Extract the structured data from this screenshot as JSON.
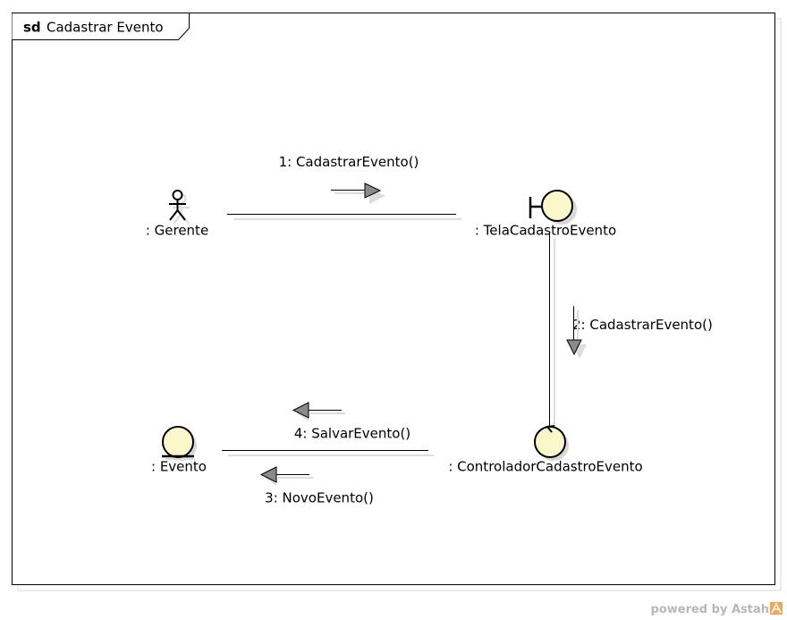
{
  "frame": {
    "keyword": "sd",
    "name": "Cadastrar Evento"
  },
  "lifelines": {
    "gerente": {
      "label": ": Gerente",
      "kind": "actor"
    },
    "tela": {
      "label": ": TelaCadastroEvento",
      "kind": "boundary"
    },
    "controlador": {
      "label": ": ControladorCadastroEvento",
      "kind": "control"
    },
    "evento": {
      "label": ": Evento",
      "kind": "entity"
    }
  },
  "messages": {
    "m1": "1: CadastrarEvento()",
    "m2": "2: CadastrarEvento()",
    "m3": "3: NovoEvento()",
    "m4": "4: SalvarEvento()"
  },
  "footer": {
    "text": "powered by Astah"
  },
  "colors": {
    "element_fill": "#fcf6cb",
    "shadow": "#d8d8d8",
    "arrow_fill": "#8a8a8a",
    "watermark_icon": "#f2a65a"
  }
}
